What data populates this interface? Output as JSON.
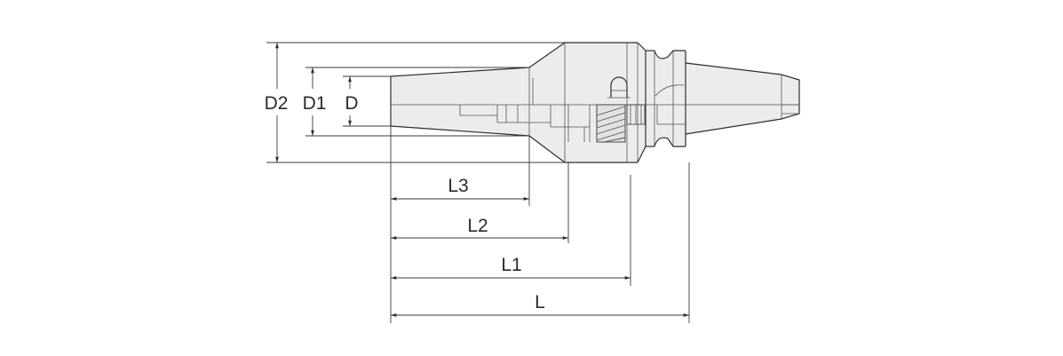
{
  "labels": {
    "d2": "D2",
    "d1": "D1",
    "d": "D",
    "l3": "L3",
    "l2": "L2",
    "l1": "L1",
    "l": "L"
  }
}
